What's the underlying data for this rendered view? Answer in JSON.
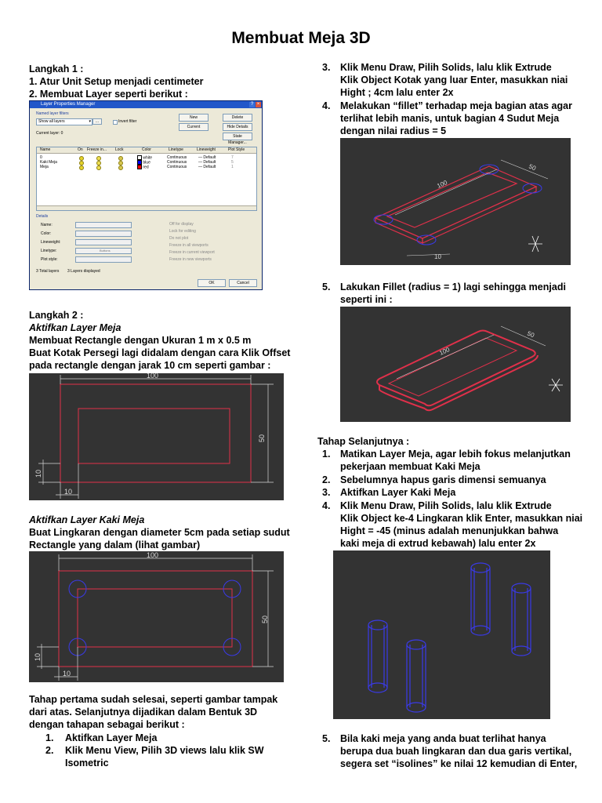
{
  "title": "Membuat Meja 3D",
  "left": {
    "step1_heading": "Langkah 1 :",
    "step1_items": [
      "1. Atur Unit Setup menjadi centimeter",
      "2. Membuat Layer seperti berikut :"
    ],
    "step2_heading": "Langkah 2 :",
    "step2_sub": "Aktifkan Layer Meja",
    "step2_lines": [
      "Membuat Rectangle dengan Ukuran 1 m x 0.5 m",
      "Buat Kotak Persegi lagi didalam dengan cara Klik Offset",
      "pada rectangle dengan jarak 10 cm seperti gambar :"
    ],
    "kaki_sub": "Aktifkan Layer Kaki Meja",
    "kaki_lines": [
      "Buat Lingkaran dengan diameter 5cm pada setiap sudut",
      "Rectangle yang dalam (lihat gambar)"
    ],
    "tahap_lines": [
      "Tahap pertama sudah selesai, seperti gambar tampak",
      "dari atas. Selanjutnya dijadikan dalam Bentuk 3D",
      "dengan tahapan sebagai berikut :"
    ],
    "tahap_items": [
      {
        "num": "1.",
        "lines": [
          "Aktifkan Layer Meja"
        ]
      },
      {
        "num": "2.",
        "lines": [
          "Klik Menu View, Pilih 3D views lalu klik SW",
          "Isometric"
        ]
      }
    ]
  },
  "right": {
    "items_a": [
      {
        "num": "3.",
        "lines": [
          "Klik Menu Draw, Pilih Solids, lalu klik Extrude",
          "Klik Object Kotak yang luar Enter, masukkan niai",
          "Hight ; 4cm lalu enter 2x"
        ]
      },
      {
        "num": "4.",
        "lines": [
          "Melakukan “fillet” terhadap meja bagian atas agar",
          "terlihat lebih manis, untuk bagian 4 Sudut Meja",
          "dengan nilai radius = 5"
        ]
      }
    ],
    "item5": {
      "num": "5.",
      "lines": [
        "Lakukan Fillet (radius = 1)  lagi sehingga menjadi",
        "seperti ini :"
      ]
    },
    "next_heading": "Tahap Selanjutnya :",
    "next_items": [
      {
        "num": "1.",
        "lines": [
          "Matikan Layer Meja, agar lebih fokus melanjutkan",
          "pekerjaan membuat Kaki Meja"
        ]
      },
      {
        "num": "2.",
        "lines": [
          "Sebelumnya hapus garis dimensi semuanya"
        ]
      },
      {
        "num": "3.",
        "lines": [
          "Aktifkan Layer Kaki Meja"
        ]
      },
      {
        "num": "4.",
        "lines": [
          "Klik Menu Draw, Pilih Solids, lalu klik Extrude",
          "Klik Object ke-4 Lingkaran klik Enter, masukkan niai",
          "Hight = -45 (minus adalah menunjukkan bahwa",
          "kaki meja di extrud kebawah) lalu enter 2x"
        ]
      }
    ],
    "final_item": {
      "num": "5.",
      "lines": [
        "Bila kaki meja yang anda buat terlihat hanya",
        "berupa dua buah lingkaran dan dua garis vertikal,",
        "segera set “isolines” ke nilai 12 kemudian di  Enter,"
      ]
    }
  },
  "dialog": {
    "title": "Layer Properties Manager",
    "named_filters": "Named layer filters",
    "filter_value": "Show all layers",
    "invert": "Invert filter",
    "current_layer": "Current layer: 0",
    "buttons": {
      "new": "New",
      "delete": "Delete",
      "current": "Current",
      "hide": "Hide Details",
      "state": "State Manager...",
      "ok": "OK",
      "cancel": "Cancel"
    },
    "columns": [
      "Name",
      "On",
      "Freeze in...",
      "Lock",
      "Color",
      "Linetype",
      "Lineweight",
      "Plot Style"
    ],
    "rows": [
      {
        "name": "0",
        "color_name": "white",
        "color_hex": "#ffffff",
        "linetype": "Continuous",
        "lineweight": "— Default",
        "plot": "7"
      },
      {
        "name": "Kaki Meja",
        "color_name": "blue",
        "color_hex": "#0000ff",
        "linetype": "Continuous",
        "lineweight": "— Default",
        "plot": "5"
      },
      {
        "name": "Meja",
        "color_name": "red",
        "color_hex": "#ff0000",
        "linetype": "Continuous",
        "lineweight": "— Default",
        "plot": "1"
      }
    ],
    "details": "Details",
    "detail_labels": [
      "Name:",
      "Color:",
      "Lineweight:",
      "Linetype:",
      "Plot style:"
    ],
    "linetype_value": "Buttons",
    "check_labels": [
      "Off for display",
      "Lock for editing",
      "Do not plot",
      "Freeze in all viewports",
      "Freeze in current viewport",
      "Freeze in new viewports"
    ],
    "total": "3 Total layers",
    "displayed": "3 Layers displayed"
  },
  "drawings": {
    "dim_100": "100",
    "dim_50": "50",
    "dim_10": "10"
  },
  "colors": {
    "cad_bg": "#333333",
    "red": "#e0304a",
    "blue": "#3a3ae8",
    "dim": "#d8d8d8"
  }
}
